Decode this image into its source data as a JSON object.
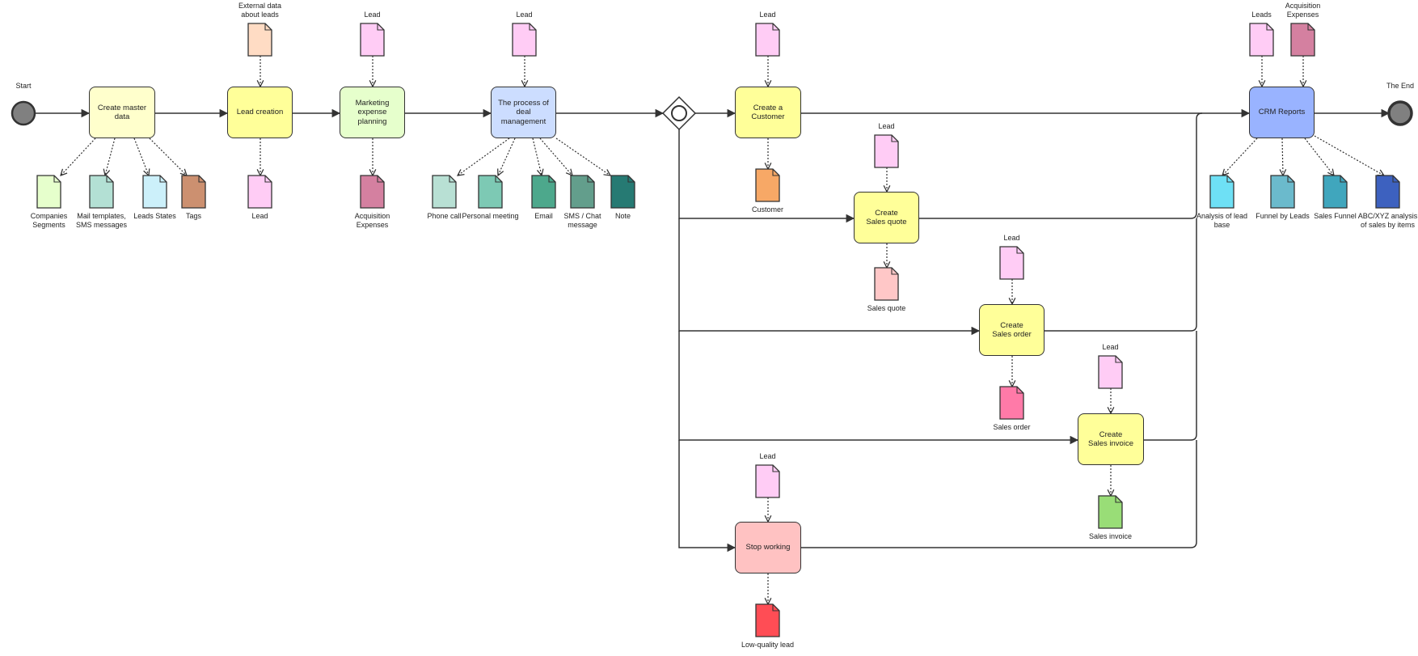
{
  "events": {
    "start": "Start",
    "end": "The End"
  },
  "tasks": [
    {
      "id": "t-master",
      "label": "Create master\ndata",
      "color": "#ffffcc"
    },
    {
      "id": "t-lead",
      "label": "Lead creation",
      "color": "#ffff99"
    },
    {
      "id": "t-mkt",
      "label": "Marketing\nexpense\nplanning",
      "color": "#e6ffcc"
    },
    {
      "id": "t-deal",
      "label": "The process of\ndeal\nmanagement",
      "color": "#ccddff"
    },
    {
      "id": "t-cust",
      "label": "Create a\nCustomer",
      "color": "#ffff99"
    },
    {
      "id": "t-quote",
      "label": "Create\nSales quote",
      "color": "#ffff99"
    },
    {
      "id": "t-order",
      "label": "Create\nSales order",
      "color": "#ffff99"
    },
    {
      "id": "t-inv",
      "label": "Create\nSales invoice",
      "color": "#ffff99"
    },
    {
      "id": "t-stop",
      "label": "Stop working",
      "color": "#ffc2c2"
    },
    {
      "id": "t-crm",
      "label": "CRM Reports",
      "color": "#99b3ff"
    }
  ],
  "documents": [
    {
      "id": "d-ext",
      "label": "External data\nabout leads",
      "color": "#ffdcc4"
    },
    {
      "id": "d-lead-in-1",
      "label": "Lead",
      "color": "#ffccf5"
    },
    {
      "id": "d-lead-in-2",
      "label": "Lead",
      "color": "#ffccf5"
    },
    {
      "id": "d-lead-in-3",
      "label": "Lead",
      "color": "#ffccf5"
    },
    {
      "id": "d-leads",
      "label": "Leads",
      "color": "#ffccf5"
    },
    {
      "id": "d-acq-in",
      "label": "Acquisition\nExpenses",
      "color": "#d480a0"
    },
    {
      "id": "d-lead-in-q",
      "label": "Lead",
      "color": "#ffccf5"
    },
    {
      "id": "d-lead-in-o",
      "label": "Lead",
      "color": "#ffccf5"
    },
    {
      "id": "d-lead-in-i",
      "label": "Lead",
      "color": "#ffccf5"
    },
    {
      "id": "d-lead-in-s",
      "label": "Lead",
      "color": "#ffccf5"
    },
    {
      "id": "d-seg",
      "label": "Companies\nSegments",
      "color": "#e6ffcc"
    },
    {
      "id": "d-mail",
      "label": "Mail templates,\nSMS messages",
      "color": "#b3e0d4"
    },
    {
      "id": "d-states",
      "label": "Leads States",
      "color": "#ccf0fa"
    },
    {
      "id": "d-tags",
      "label": "Tags",
      "color": "#cc9070"
    },
    {
      "id": "d-lead-out",
      "label": "Lead",
      "color": "#ffccf5"
    },
    {
      "id": "d-acq-out",
      "label": "Acquisition\nExpenses",
      "color": "#d480a0"
    },
    {
      "id": "d-phone",
      "label": "Phone call",
      "color": "#b8e0d4"
    },
    {
      "id": "d-meet",
      "label": "Personal meeting",
      "color": "#7dc9b4"
    },
    {
      "id": "d-email",
      "label": "Email",
      "color": "#4da88c"
    },
    {
      "id": "d-sms",
      "label": "SMS / Chat\nmessage",
      "color": "#639e8c"
    },
    {
      "id": "d-note",
      "label": "Note",
      "color": "#267a73"
    },
    {
      "id": "d-customer",
      "label": "Customer",
      "color": "#f7a866"
    },
    {
      "id": "d-quote",
      "label": "Sales quote",
      "color": "#ffc7c7"
    },
    {
      "id": "d-order",
      "label": "Sales order",
      "color": "#ff7aa8"
    },
    {
      "id": "d-invoice",
      "label": "Sales invoice",
      "color": "#99dd77"
    },
    {
      "id": "d-lowq",
      "label": "Low-quality lead",
      "color": "#ff4d55"
    },
    {
      "id": "d-analysis",
      "label": "Analysis of lead\nbase",
      "color": "#6ee0f5"
    },
    {
      "id": "d-funnel-leads",
      "label": "Funnel by Leads",
      "color": "#6bbacc"
    },
    {
      "id": "d-funnel",
      "label": "Sales Funnel",
      "color": "#40a6bd"
    },
    {
      "id": "d-abc",
      "label": "ABC/XYZ analysis\nof sales by items",
      "color": "#3d61bf"
    }
  ],
  "colors": {
    "stroke": "#333333",
    "event_fill": "#808080"
  }
}
